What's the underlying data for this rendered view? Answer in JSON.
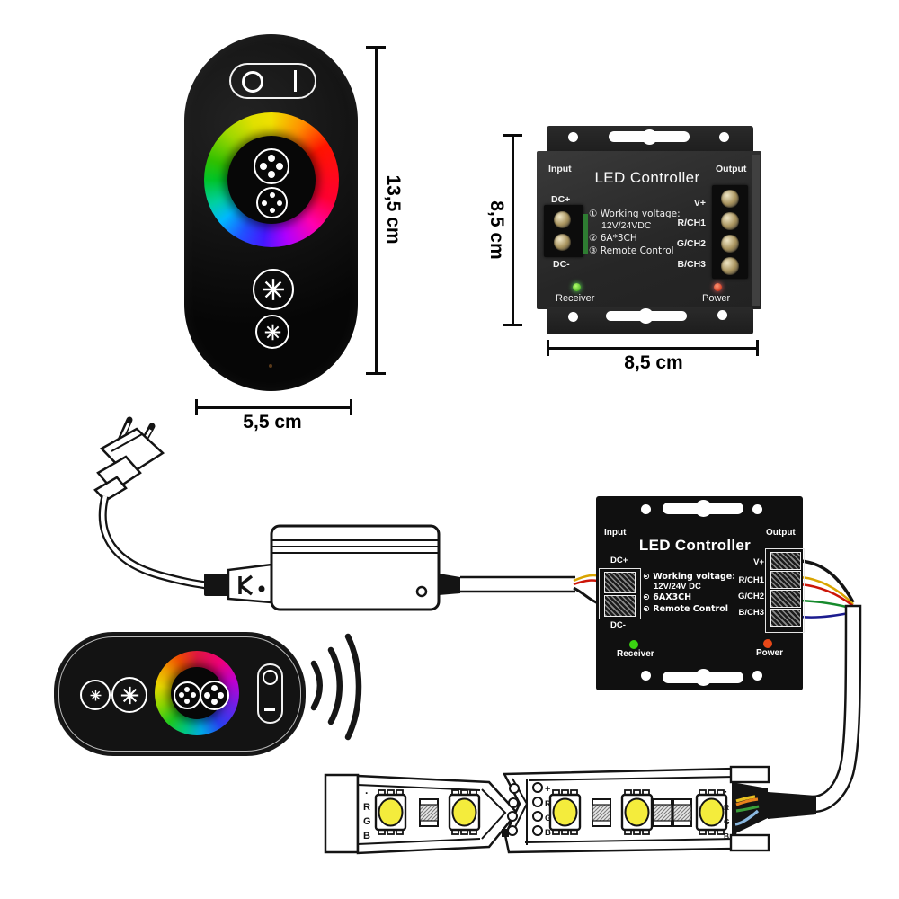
{
  "remote_photo": {
    "power_switch": {
      "off": "O",
      "on": "I"
    },
    "dim_height": "13,5 cm",
    "dim_width": "5,5 cm"
  },
  "controller_photo": {
    "title": "LED Controller",
    "input": "Input",
    "output": "Output",
    "dc_plus": "DC+",
    "dc_minus": "DC-",
    "specs": [
      "① Working voltage:",
      "12V/24VDC",
      "② 6A*3CH",
      "③ Remote Control"
    ],
    "terminals": [
      "V+",
      "R/CH1",
      "G/CH2",
      "B/CH3"
    ],
    "receiver": "Receiver",
    "power": "Power",
    "dim_height": "8,5 cm",
    "dim_width": "8,5 cm"
  },
  "wiring_diagram": {
    "controller": {
      "title": "LED Controller",
      "input": "Input",
      "output": "Output",
      "dc_plus": "DC+",
      "dc_minus": "DC-",
      "specs": [
        "⊙ Working voltage:",
        "12V/24V DC",
        "⊙ 6AX3CH",
        "⊙ Remote Control"
      ],
      "terminals": [
        "V+",
        "R/CH1",
        "G/CH2",
        "B/CH3"
      ],
      "receiver": "Receiver",
      "power": "Power"
    },
    "strip_left_pads": [
      "·",
      "R",
      "G",
      "B"
    ],
    "strip_right_pads": [
      "+",
      "R",
      "G",
      "B"
    ],
    "strip_right_end_pads": [
      "·",
      "R",
      "G",
      "B"
    ]
  },
  "colors": {
    "wire_black": "#141414",
    "wire_yellow": "#d9a400",
    "wire_red": "#cc1508",
    "wire_green": "#168a2c",
    "wire_blue": "#1c1c8f",
    "receiver_led": "#3ad411",
    "power_led": "#e84818",
    "strip_led": "#f4ec3c"
  }
}
